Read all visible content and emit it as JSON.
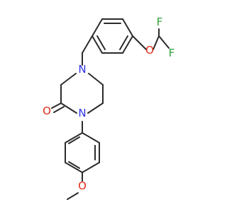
{
  "molecule": {
    "atoms": {
      "n4": {
        "text": "N",
        "color": "#2f33e6"
      },
      "n1": {
        "text": "N",
        "color": "#2f33e6"
      },
      "o_carbonyl": {
        "text": "O",
        "color": "#e22b16"
      },
      "o_ether": {
        "text": "O",
        "color": "#e22b16"
      },
      "f_top": {
        "text": "F",
        "color": "#2ea23a"
      },
      "f_right": {
        "text": "F",
        "color": "#2ea23a"
      },
      "o_methoxy": {
        "text": "O",
        "color": "#e22b16"
      }
    },
    "bond_color": "#2b2b2b"
  }
}
